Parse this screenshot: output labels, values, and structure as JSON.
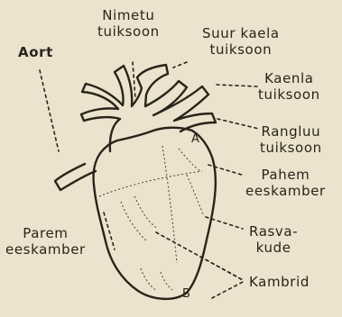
{
  "labels": {
    "aort": "Aort",
    "nimetu": [
      "Nimetu",
      "tuiksoon"
    ],
    "suur_kaela": [
      "Suur kaela",
      "tuiksoon"
    ],
    "kaenla": [
      "Kaenla",
      "tuiksoon"
    ],
    "rangluu": [
      "Rangluu",
      "tuiksoon"
    ],
    "pahem": [
      "Pahem",
      "eeskamber"
    ],
    "rasva": [
      "Rasva-",
      "kude"
    ],
    "parem": [
      "Parem",
      "eeskamber"
    ],
    "kambrid": "Kambrid",
    "a": "A",
    "b": "B"
  },
  "colors": {
    "background": "#ebe3cd",
    "ink": "#2a231b"
  }
}
